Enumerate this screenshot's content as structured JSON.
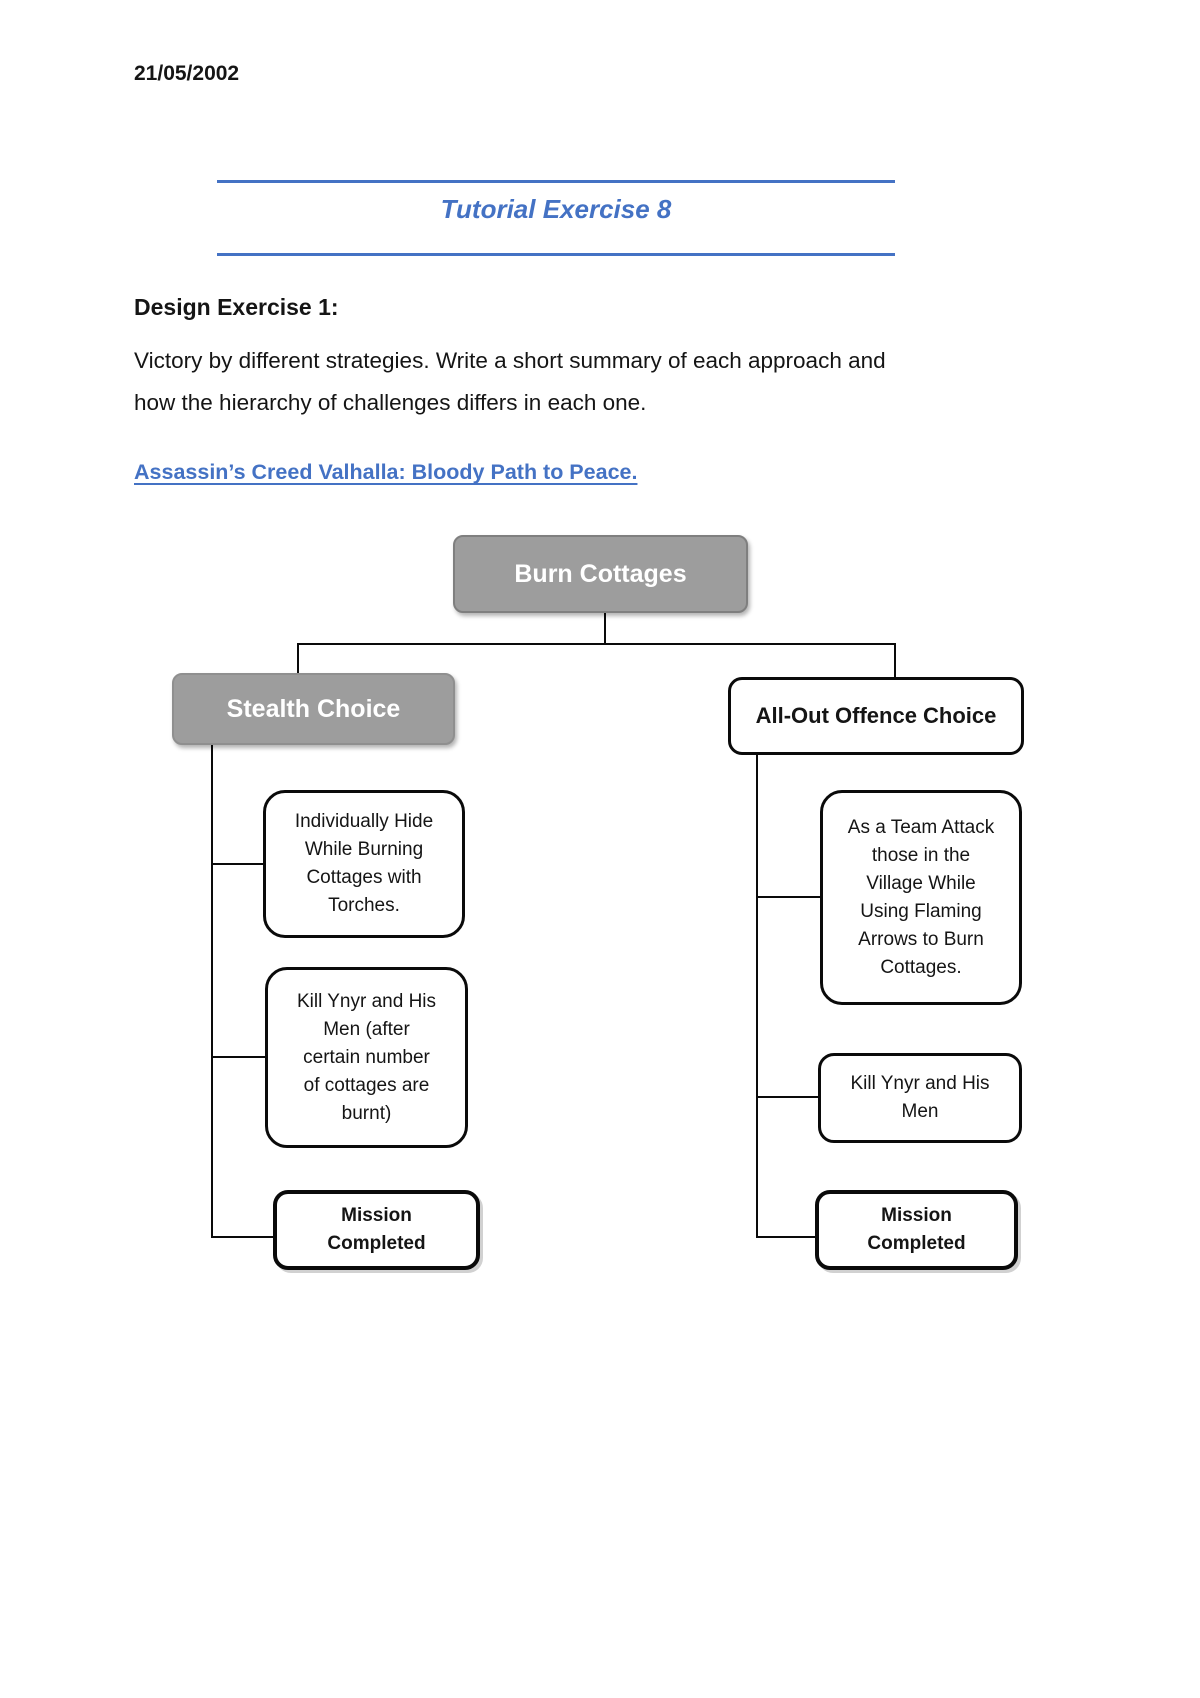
{
  "page": {
    "date": "21/05/2002"
  },
  "header": {
    "title": "Tutorial Exercise 8"
  },
  "content": {
    "heading": "Design Exercise 1:",
    "paragraph": "Victory by different strategies. Write a short summary of each approach and how the hierarchy of challenges differs in each one.",
    "link": "Assassin’s Creed Valhalla: Bloody Path to Peace."
  },
  "diagram": {
    "root": "Burn Cottages",
    "left_branch": {
      "title": "Stealth Choice",
      "children": [
        "Individually Hide While Burning Cottages with Torches.",
        "Kill Ynyr and His Men (after certain number of cottages are burnt)",
        "Mission Completed"
      ]
    },
    "right_branch": {
      "title": "All-Out Offence Choice",
      "children": [
        "As a Team Attack those in the Village While Using Flaming Arrows to Burn Cottages.",
        "Kill Ynyr and His Men",
        "Mission Completed"
      ]
    }
  },
  "colors": {
    "accent_blue": "#4472C4",
    "box_gray": "#9D9D9D",
    "box_gray_border": "#7F7F7F",
    "connector_black": "#0A0A0A"
  }
}
